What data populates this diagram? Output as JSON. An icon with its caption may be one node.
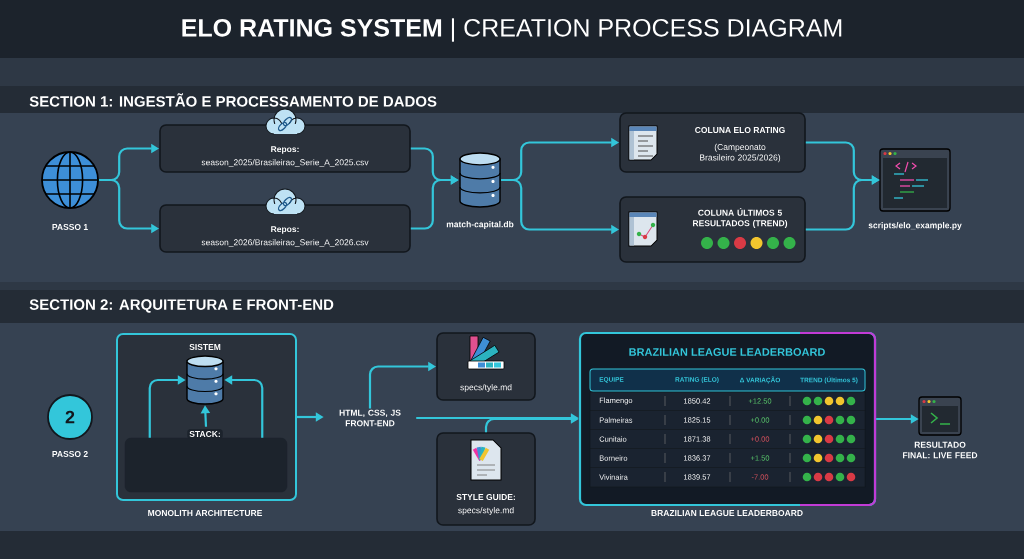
{
  "diagram": {
    "title": "**ELO RATING SYSTEM** | CREATION PROCESS DIAGRAM",
    "nodes": [
      {
        "text": [
          "PASSO 1"
        ]
      },
      {
        "text": [
          "Repos:",
          "season_2025/Brasileirao_Serie_A_2025.csv"
        ]
      },
      {
        "text": [
          "Repos:",
          "season_2026/Brasileirao_Serie_A_2026.csv"
        ]
      },
      {
        "text": [
          "match-capital.db"
        ]
      },
      {
        "text": [
          "COLUNA ELO RATING",
          "(Campeonato Brasileiro 2025/2026)"
        ]
      },
      {
        "text": [
          "COLUNA ÚLTIMOS 5 RESULTADOS (TREND)"
        ]
      },
      {
        "text": [
          "scripts/elo_example.py"
        ]
      },
      {
        "text": [
          "2",
          "PASSO 2"
        ]
      },
      {
        "text": [
          "SISTEM"
        ],
        "beside": [
          "MONOLITH ARCHITECTURE"
        ]
      },
      {
        "text": [],
        "shape": "cylinder",
        "in": 8
      },
      {
        "text": [
          "STACK:"
        ],
        "in": 8
      },
      {
        "text": [
          "HTML, CSS, JS FRONT-END"
        ]
      },
      {
        "text": [
          "specs/tyle.md"
        ]
      },
      {
        "text": [
          "STYLE GUIDE:",
          "specs/style.md"
        ]
      },
      {
        "text": [
          "BRAZILIAN LEAGUE LEADERBOARD"
        ],
        "beside": [
          "BRAZILIAN LEAGUE LEADERBOARD"
        ]
      },
      {
        "text": [
          "RESULTADO FINAL: LIVE FEED"
        ]
      }
    ],
    "edges": [
      {
        "from": 0,
        "to": 1,
        "arrow": "to"
      },
      {
        "from": 0,
        "to": 2,
        "arrow": "to"
      },
      {
        "from": 1,
        "to": 3,
        "arrow": "to"
      },
      {
        "from": 2,
        "to": 3,
        "arrow": "to"
      },
      {
        "from": 3,
        "to": 4,
        "arrow": "to"
      },
      {
        "from": 3,
        "to": 5,
        "arrow": "to"
      },
      {
        "from": 4,
        "to": 6,
        "arrow": "to"
      },
      {
        "from": 5,
        "to": 6,
        "arrow": "to"
      },
      {
        "from": 10,
        "to": 9,
        "arrow": "to"
      },
      {
        "from": 10,
        "to": 9,
        "arrow": "to"
      },
      {
        "from": 10,
        "to": 9,
        "arrow": "to"
      },
      {
        "from": 8,
        "to": 11,
        "arrow": "to"
      },
      {
        "from": 11,
        "to": 12,
        "arrow": "to"
      },
      {
        "from": 11,
        "to": 14,
        "arrow": "to"
      },
      {
        "from": 13,
        "to": 14,
        "arrow": "to"
      },
      {
        "from": 14,
        "to": 15,
        "arrow": "to"
      }
    ],
    "labels": [
      "SECTION 1: INGESTÃO E PROCESSAMENTO DE DADOS",
      "SECTION 2: ARQUITETURA E FRONT-END",
      "EQUIPE",
      "RATING (ELO)",
      "Δ VARIAÇÃO",
      "TREND (Últimos 5)",
      "Flamengo",
      "1850.42",
      "+12.50",
      "Palmeiras",
      "1825.15",
      "+0.00",
      "Cunitaio",
      "1871.38",
      "+0.00",
      "Borneiro",
      "1836.37",
      "+1.50",
      "Vivinaira",
      "1839.57",
      "-7.00"
    ]
  }
}
